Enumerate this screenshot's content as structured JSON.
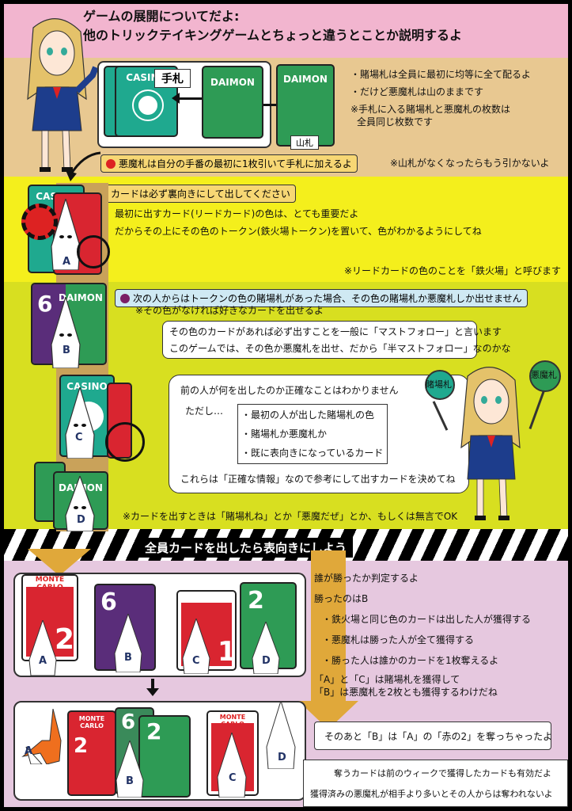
{
  "header": {
    "title_line1": "ゲームの展開についてだよ:",
    "title_line2": "他のトリックテイキングゲームとちょっと違うとことか説明するよ"
  },
  "deal": {
    "hand_label": "手札",
    "deck_label": "山札",
    "casino_label": "CASINO",
    "daimon_label": "DAIMON",
    "note1": "・賭場札は全員に最初に均等に全て配るよ",
    "note2": "・だけど悪魔札は山のままです",
    "note3a": "※手札に入る賭場札と悪魔札の枚数は",
    "note3b": "全員同じ枚数です",
    "rule": "悪魔札は自分の手番の最初に1枚引いて手札に加えるよ",
    "rule_note": "※山札がなくなったらもう引かないよ"
  },
  "lead": {
    "rule": "カードは必ず裏向きにして出してください",
    "text1": "最初に出すカード(リードカード)の色は、とても重要だよ",
    "text2": "だからその上にその色のトークン(鉄火場トークン)を置いて、色がわかるようにしてね",
    "note": "※リードカードの色のことを「鉄火場」と呼びます"
  },
  "follow": {
    "rule": "次の人からはトークンの色の賭場札があった場合、その色の賭場札か悪魔札しか出せません",
    "note": "※その色がなければ好きなカードを出せるよ",
    "explain1": "その色のカードがあれば必ず出すことを一般に「マストフォロー」と言います",
    "explain2": "このゲームでは、その色か悪魔札を出せ、だから「半マストフォロー」なのかな",
    "info_intro": "前の人が何を出したのか正確なことはわかりません",
    "info_but": "ただし…",
    "info_item1": "・最初の人が出した賭場札の色",
    "info_item2": "・賭場札か悪魔札か",
    "info_item3": "・既に表向きになっているカード",
    "info_outro": "これらは「正確な情報」なので参考にして出すカードを決めてね",
    "sign_left": "賭場札",
    "sign_right": "悪魔札",
    "play_note": "※カードを出すときは「賭場札ね」とか「悪魔だぜ」とか、もしくは無言でOK"
  },
  "reveal": {
    "banner": "全員カードを出したら表向きにしよう",
    "judge": "誰が勝ったか判定するよ",
    "winner": "勝ったのはB",
    "r1": "・鉄火場と同じ色のカードは出した人が獲得する",
    "r2": "・悪魔札は勝った人が全て獲得する",
    "r3": "・勝った人は誰かのカードを1枚奪えるよ",
    "sum1": "「A」と「C」は賭場札を獲得して",
    "sum2": "「B」は悪魔札を2枚とも獲得するわけだね",
    "steal": "そのあと「B」は「A」の「赤の2」を奪っちゃったよ",
    "foot1": "奪うカードは前のウィークで獲得したカードも有効だよ",
    "foot2": "獲得済みの悪魔札が相手より多いとその人からは奪われないよ"
  },
  "players": {
    "a": "A",
    "b": "B",
    "c": "C",
    "d": "D"
  },
  "cards": {
    "monte": "MONTE CARLO",
    "two": "2",
    "one": "1",
    "six": "6"
  },
  "colors": {
    "pink": "#f2b5cf",
    "tan": "#e8c891",
    "yellow": "#f4ef1c",
    "lime": "#d8df20",
    "lavender": "#e6c8df"
  }
}
